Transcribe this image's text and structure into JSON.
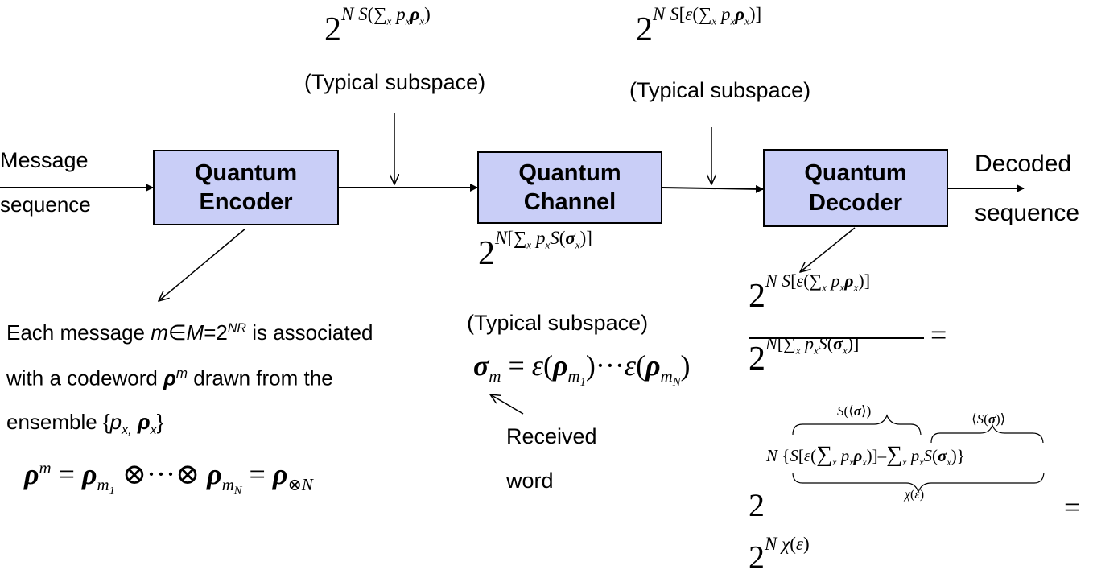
{
  "blocks": {
    "encoder": {
      "line1": "Quantum",
      "line2": "Encoder"
    },
    "channel": {
      "line1": "Quantum",
      "line2": "Channel"
    },
    "decoder": {
      "line1": "Quantum",
      "line2": "Decoder"
    }
  },
  "labels": {
    "message_line1": "Message",
    "message_line2": "sequence",
    "decoded_line1": "Decoded",
    "decoded_line2": "sequence",
    "typical_subspace": "(Typical subspace)",
    "received_line1": "Received",
    "received_line2": "word"
  },
  "description": {
    "line1_prefix": "Each message ",
    "line1_m": "m",
    "line1_in": "∈",
    "line1_M": "M",
    "line1_eq": "=2",
    "line1_exp": "NR",
    "line1_suffix": " is associated",
    "line2_prefix": "with a codeword ",
    "line2_rho": "ρ",
    "line2_sup": "m",
    "line2_suffix": " drawn from the",
    "line3_prefix": "ensemble {",
    "line3_p": "p",
    "line3_psub": "x,",
    "line3_rho": "ρ",
    "line3_rhosub": "x",
    "line3_suffix": "}"
  },
  "equations": {
    "codeword": "ρ^m = ρ_{m1} ⊗ ··· ⊗ ρ_{mN} = ρ_{⊗N}",
    "typical_encoder": "2^{N S(Σ_x p_x ρ_x)}",
    "typical_channel_out": "2^{N S[ε(Σ_x p_x ρ_x)]}",
    "typical_conditional": "2^{N[Σ_x p_x S(σ_x)]}",
    "received": "σ_m = ε(ρ_{m1}) ··· ε(ρ_{mN})",
    "ratio_numerator": "2^{N S[ε(Σ_x p_x ρ_x)]}",
    "ratio_denominator": "2^{N[Σ_x p_x S(σ_x)]}",
    "brace_top_left": "S(⟨σ⟩)",
    "brace_top_right": "⟨S(σ)⟩",
    "brace_bottom": "χ(ε)",
    "exponent_full": "N{S[ε(Σ_x p_x ρ_x)] − Σ_x p_x S(σ_x)}",
    "final": "2^{N χ(ε)}",
    "equals": "="
  }
}
